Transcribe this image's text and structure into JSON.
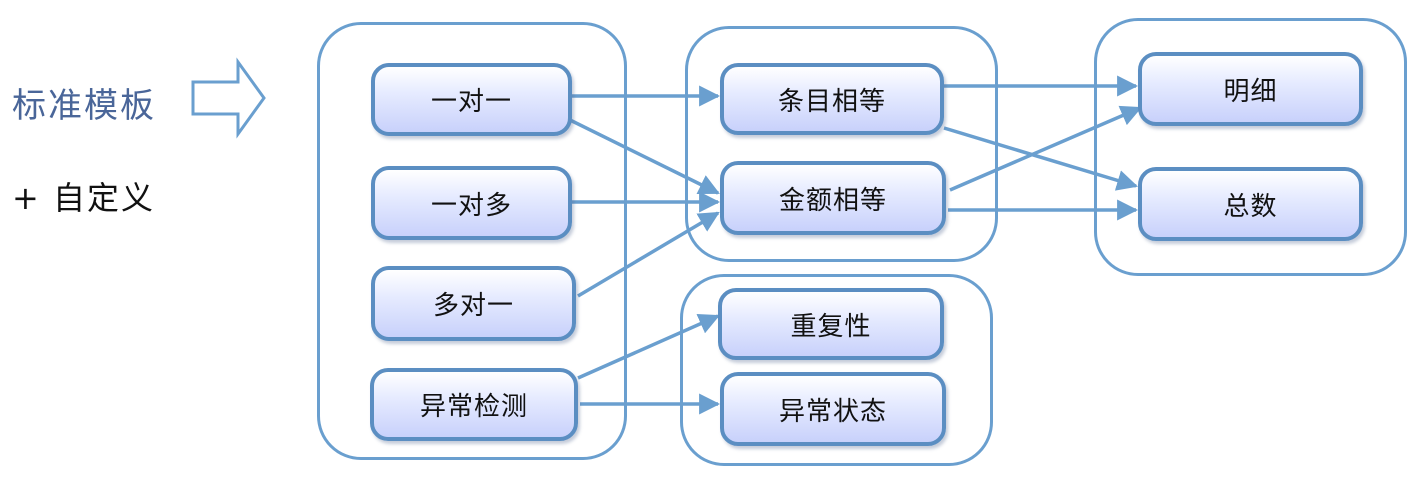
{
  "sidebar": {
    "heading": "标准模板",
    "custom": "+ 自定义"
  },
  "groups": {
    "source": {
      "items": [
        "一对一",
        "一对多",
        "多对一",
        "异常检测"
      ]
    },
    "matching": {
      "items": [
        "条目相等",
        "金额相等"
      ]
    },
    "output": {
      "items": [
        "明细",
        "总数"
      ]
    },
    "anomaly": {
      "items": [
        "重复性",
        "异常状态"
      ]
    }
  },
  "edges": [
    {
      "from": "一对一",
      "to": "条目相等"
    },
    {
      "from": "一对一",
      "to": "金额相等"
    },
    {
      "from": "一对多",
      "to": "金额相等"
    },
    {
      "from": "多对一",
      "to": "金额相等"
    },
    {
      "from": "异常检测",
      "to": "重复性"
    },
    {
      "from": "异常检测",
      "to": "异常状态"
    },
    {
      "from": "条目相等",
      "to": "明细"
    },
    {
      "from": "条目相等",
      "to": "总数"
    },
    {
      "from": "金额相等",
      "to": "明细"
    },
    {
      "from": "金额相等",
      "to": "总数"
    }
  ],
  "colors": {
    "stroke": "#6a9fcf",
    "node_border": "#5b8ec2",
    "node_fill": "#d4dcfc",
    "heading_text": "#4a6699"
  }
}
